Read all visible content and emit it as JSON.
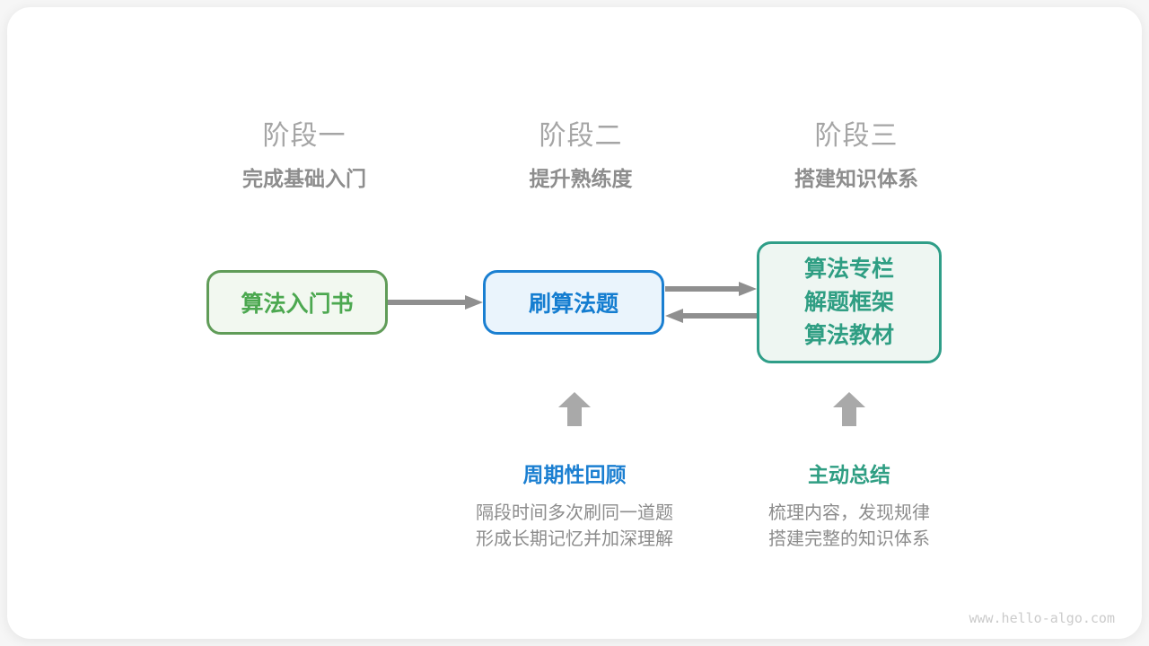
{
  "stages": [
    {
      "label": "阶段一",
      "subtitle": "完成基础入门"
    },
    {
      "label": "阶段二",
      "subtitle": "提升熟练度"
    },
    {
      "label": "阶段三",
      "subtitle": "搭建知识体系"
    }
  ],
  "nodes": [
    {
      "label": "算法入门书"
    },
    {
      "label": "刷算法题"
    },
    {
      "lines": [
        "算法专栏",
        "解题框架",
        "算法教材"
      ]
    }
  ],
  "annotations": [
    {
      "title": "周期性回顾",
      "desc_line1": "隔段时间多次刷同一道题",
      "desc_line2": "形成长期记忆并加深理解"
    },
    {
      "title": "主动总结",
      "desc_line1": "梳理内容，发现规律",
      "desc_line2": "搭建完整的知识体系"
    }
  ],
  "watermark": "www.hello-algo.com",
  "icons": {
    "connector": "arrow-right",
    "feedback": "arrow-left",
    "annotation": "arrow-up"
  },
  "colors": {
    "stage_label": "#a5a5a5",
    "stage_subtitle": "#8d8d8d",
    "node_green_border": "#609c58",
    "node_green_bg": "#f2f8f0",
    "node_green_text": "#4ca850",
    "node_blue_border": "#1a7fd1",
    "node_blue_bg": "#eaf4fc",
    "node_blue_text": "#147dd0",
    "node_teal_border": "#2f9e88",
    "node_teal_bg": "#eef6f2",
    "node_teal_text": "#2f9e83",
    "connector_arrow": "#8f8f8f",
    "up_arrow": "#a9a9a9",
    "description_text": "#8c8c8c",
    "watermark_text": "#cbcbcb"
  }
}
